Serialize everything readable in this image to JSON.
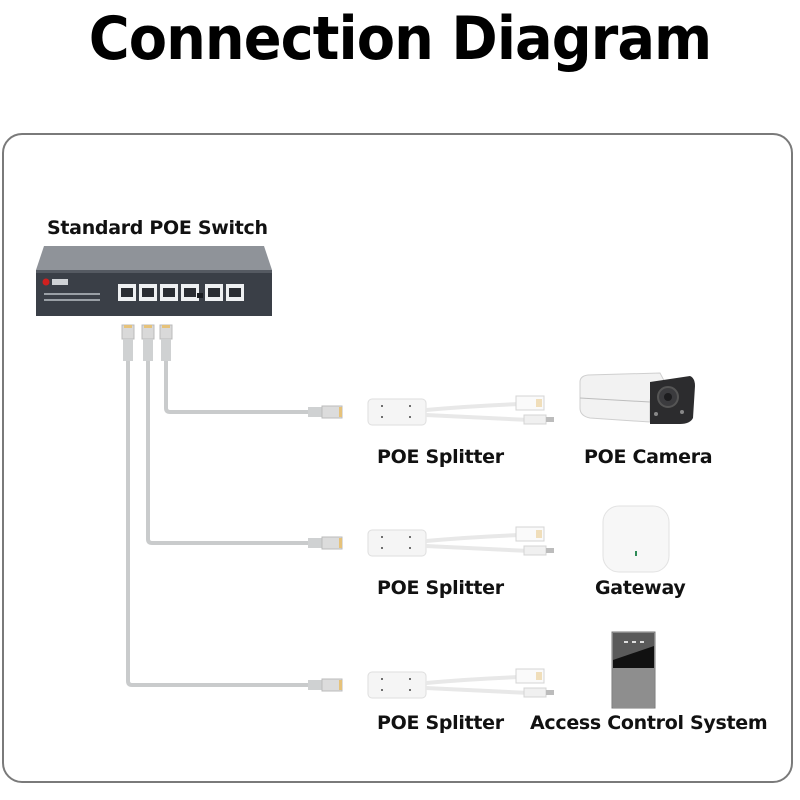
{
  "title": "Connection Diagram",
  "switch": {
    "label": "Standard POE Switch",
    "icon": "poe-switch-icon",
    "poe_ports": 4,
    "uplink_ports": 2
  },
  "rows": [
    {
      "splitter_label": "POE Splitter",
      "device_label": "POE Camera",
      "device_icon": "camera-icon"
    },
    {
      "splitter_label": "POE Splitter",
      "device_label": "Gateway",
      "device_icon": "gateway-icon"
    },
    {
      "splitter_label": "POE Splitter",
      "device_label": "Access Control System",
      "device_icon": "access-control-icon"
    }
  ],
  "colors": {
    "frame": "#7a7a7a",
    "cable": "#c9cbcc",
    "switch_body": "#3a3f47",
    "text": "#111111"
  }
}
